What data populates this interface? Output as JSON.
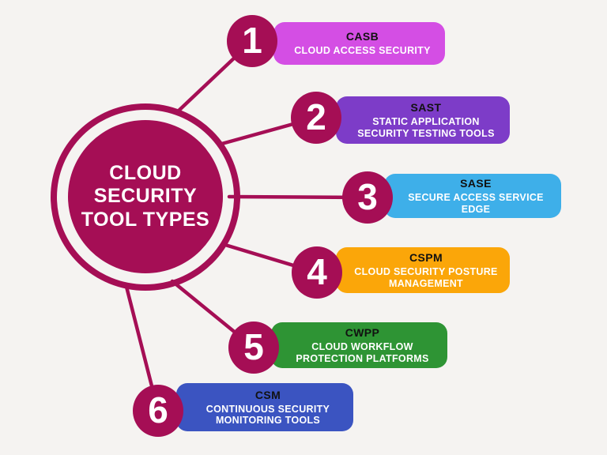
{
  "colors": {
    "background": "#f5f3f1",
    "accent": "#a50e55",
    "number_text": "#ffffff",
    "acronym_text": "#111111",
    "description_text": "#ffffff"
  },
  "hub": {
    "title": "CLOUD\nSECURITY\nTOOL TYPES"
  },
  "items": [
    {
      "number": "1",
      "acronym": "CASB",
      "description": "CLOUD ACCESS SECURITY",
      "color": "#d44ee4"
    },
    {
      "number": "2",
      "acronym": "SAST",
      "description": "STATIC APPLICATION\nSECURITY TESTING TOOLS",
      "color": "#7d3cc8"
    },
    {
      "number": "3",
      "acronym": "SASE",
      "description": "SECURE ACCESS SERVICE\nEDGE",
      "color": "#3eafe9"
    },
    {
      "number": "4",
      "acronym": "CSPM",
      "description": "CLOUD SECURITY POSTURE\nMANAGEMENT",
      "color": "#fba609"
    },
    {
      "number": "5",
      "acronym": "CWPP",
      "description": "CLOUD WORKFLOW\nPROTECTION PLATFORMS",
      "color": "#2e9434"
    },
    {
      "number": "6",
      "acronym": "CSM",
      "description": "CONTINUOUS SECURITY\nMONITORING TOOLS",
      "color": "#3b54c1"
    }
  ]
}
